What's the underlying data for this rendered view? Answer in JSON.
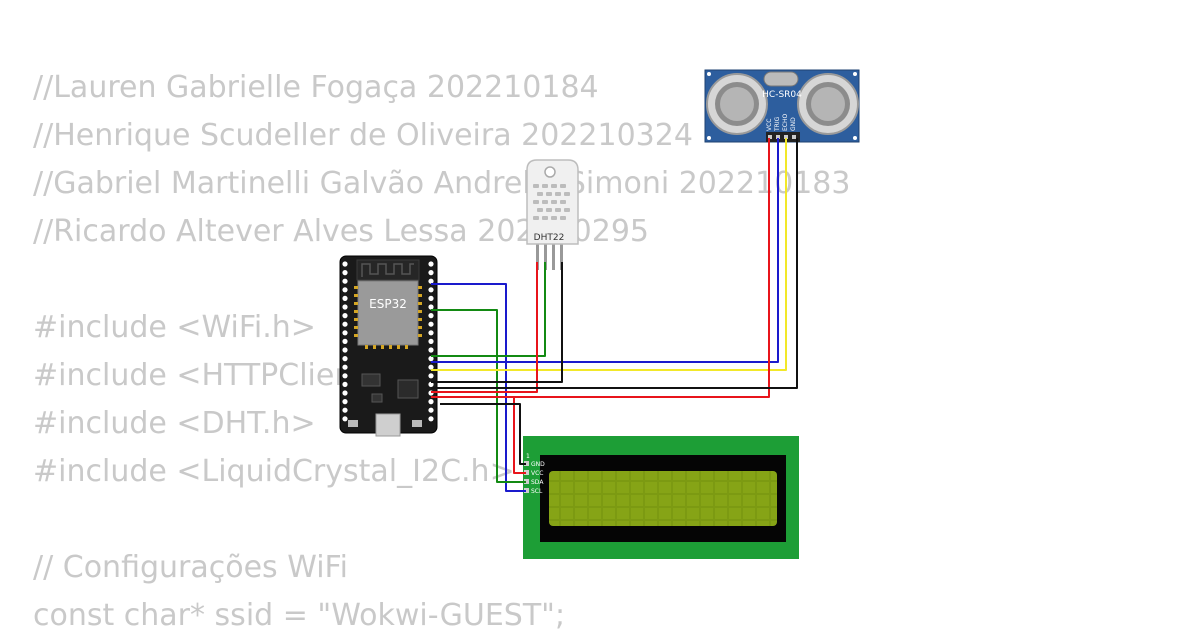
{
  "code": {
    "lines": [
      "//Lauren Gabrielle Fogaça 202210184",
      "//Henrique Scudeller de Oliveira 202210324",
      "//Gabriel Martinelli Galvão Andrello Simoni 202210183",
      "//Ricardo Altever Alves Lessa 202210295",
      "",
      "#include <WiFi.h>",
      "#include <HTTPClient.h>",
      "#include <DHT.h>",
      "#include <LiquidCrystal_I2C.h>",
      "",
      "// Configurações WiFi",
      "const char* ssid = \"Wokwi-GUEST\";"
    ]
  },
  "components": {
    "esp32": {
      "label": "ESP32"
    },
    "dht22": {
      "label": "DHT22"
    },
    "hcsr04": {
      "label": "HC-SR04",
      "pins": [
        "VCC",
        "TRIG",
        "ECHO",
        "GND"
      ]
    },
    "lcd": {
      "pins": [
        "GND",
        "VCC",
        "SDA",
        "SCL"
      ],
      "pin1_marker": "1"
    }
  },
  "colors": {
    "wire_red": "#e8141b",
    "wire_blue": "#1a1acc",
    "wire_green": "#138a13",
    "wire_yellow": "#f2e829",
    "wire_black": "#111111",
    "lcd_board": "#1d9e36",
    "lcd_screen": "#7c9a12",
    "sensor_board": "#2d5e9e",
    "dht_body": "#f0f0f0"
  }
}
